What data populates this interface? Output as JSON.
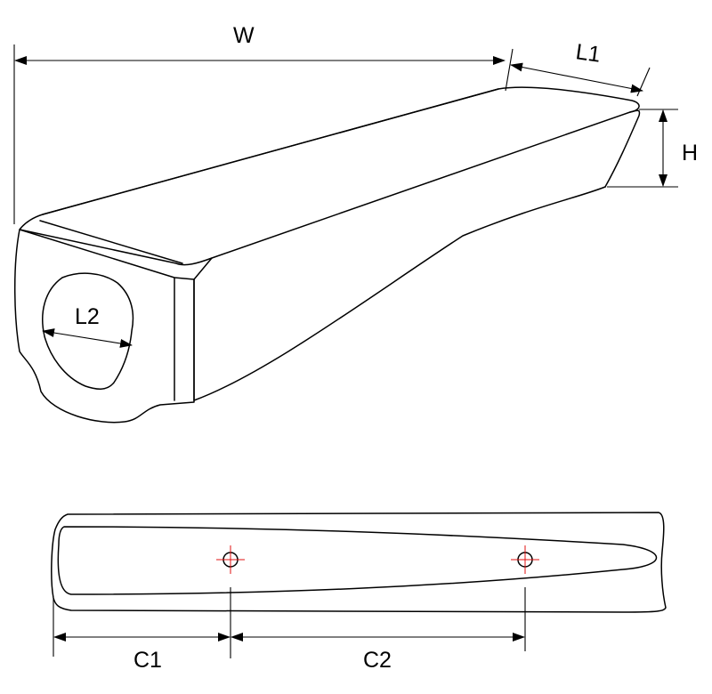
{
  "labels": {
    "w": "W",
    "l1": "L1",
    "h": "H",
    "l2": "L2",
    "c1": "C1",
    "c2": "C2"
  },
  "colors": {
    "outline": "#000000",
    "center_mark": "#e01010"
  }
}
